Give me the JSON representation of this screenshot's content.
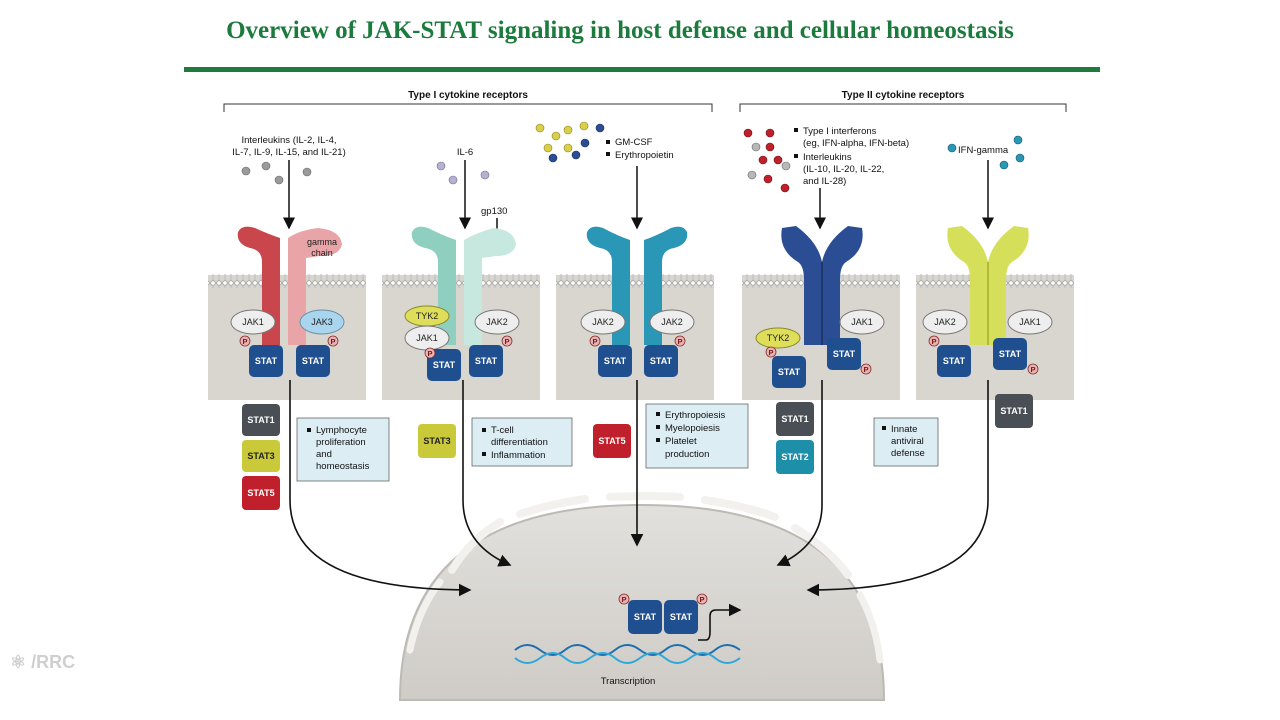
{
  "title": "Overview of JAK-STAT signaling in host defense and cellular homeostasis",
  "headers": {
    "type1": "Type I cytokine receptors",
    "type2": "Type II cytokine receptors"
  },
  "ligands": {
    "interleukins_1": "Interleukins (IL-2, IL-4,",
    "interleukins_2": "IL-7, IL-9, IL-15, and IL-21)",
    "il6": "IL-6",
    "gp130": "gp130",
    "gmcsf": "GM-CSF",
    "epo": "Erythropoietin",
    "ifn_1": "Type I interferons",
    "ifn_2": "(eg, IFN-alpha, IFN-beta)",
    "il_2_1": "Interleukins",
    "il_2_2": "(IL-10, IL-20, IL-22,",
    "il_2_3": "and IL-28)",
    "ifngamma": "IFN-gamma",
    "gamma_1": "gamma",
    "gamma_2": "chain"
  },
  "jak": {
    "jak1": "JAK1",
    "jak2": "JAK2",
    "jak3": "JAK3",
    "tyk2": "TYK2"
  },
  "stat": {
    "stat": "STAT",
    "stat1": "STAT1",
    "stat2": "STAT2",
    "stat3": "STAT3",
    "stat5": "STAT5",
    "p": "P"
  },
  "functions": {
    "f1_1": "Lymphocyte",
    "f1_2": "proliferation",
    "f1_3": "and",
    "f1_4": "homeostasis",
    "f2_1": "T-cell",
    "f2_2": "differentiation",
    "f2_3": "Inflammation",
    "f3_1": "Erythropoiesis",
    "f3_2": "Myelopoiesis",
    "f3_3": "Platelet",
    "f3_4": "production",
    "f4_1": "Innate",
    "f4_2": "antiviral",
    "f4_3": "defense"
  },
  "transcription": "Transcription",
  "logo": "/RRC",
  "colors": {
    "title": "#1b7a3c",
    "stat_blue": "#1f4f8f",
    "stat1": "#4a4f55",
    "stat3": "#c9c93a",
    "stat5": "#c0202b",
    "stat2": "#1d8fa8",
    "receptor_red": "#c9464c",
    "receptor_pink": "#e8a4a6",
    "receptor_mint": "#a9d9cc",
    "receptor_cyan": "#2a97b7",
    "receptor_navy": "#2b4d94",
    "receptor_yellow": "#d6df5a",
    "jak3_blue": "#a9d6ee"
  }
}
